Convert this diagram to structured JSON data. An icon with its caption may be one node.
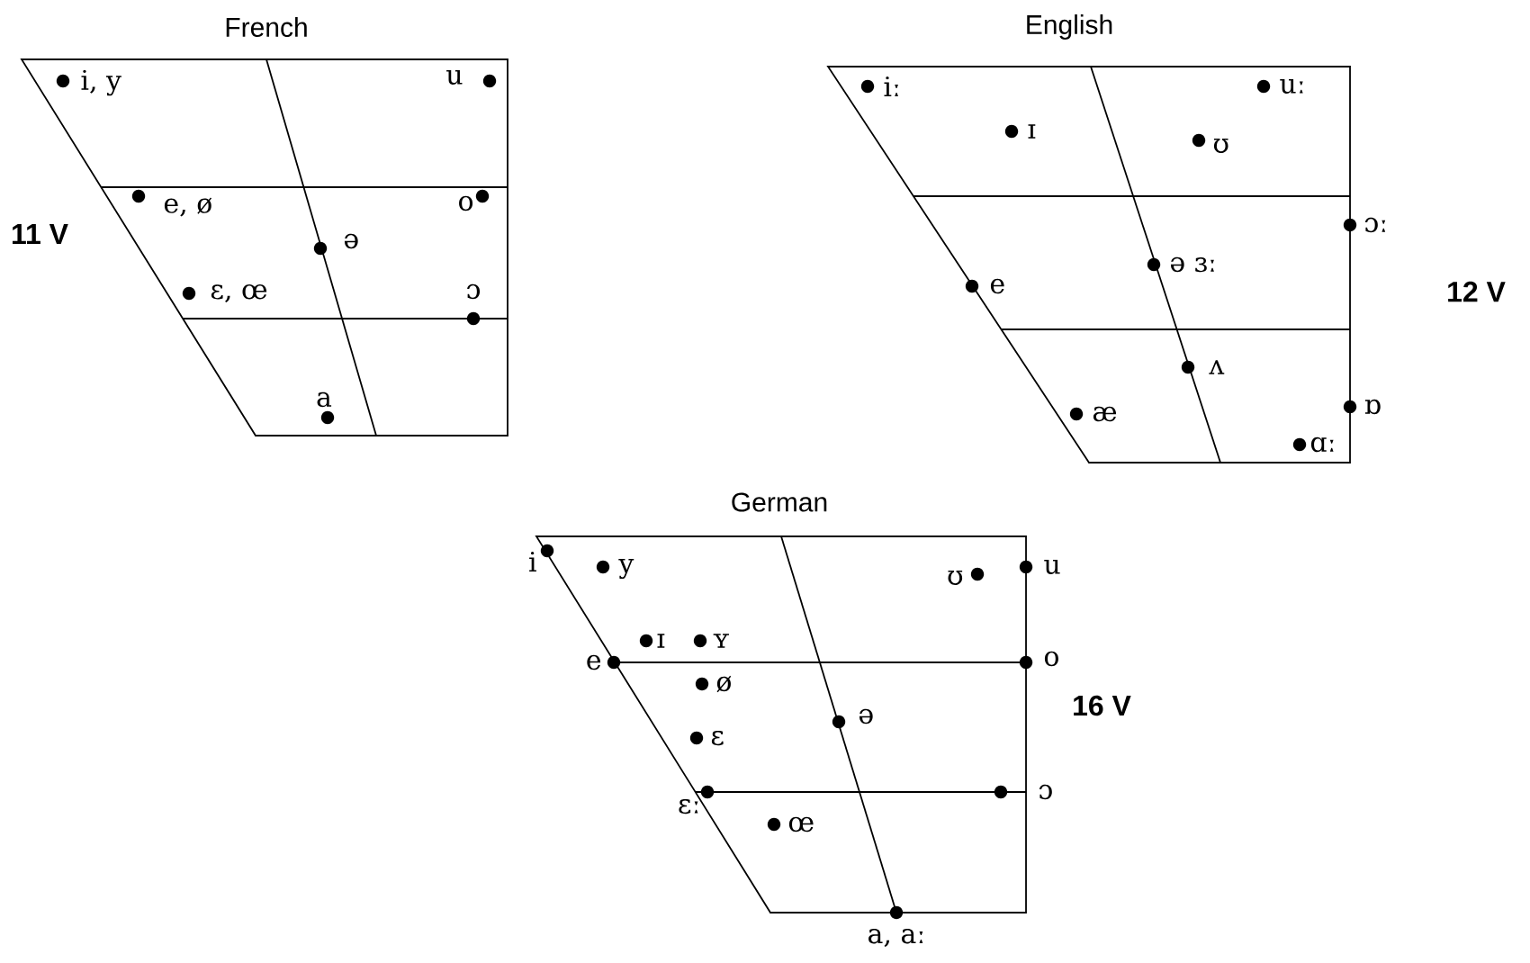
{
  "diagram": {
    "nodes": [
      {
        "text": [
          "French"
        ],
        "beside": [
          "11 V"
        ]
      },
      {
        "text": [
          "English"
        ],
        "beside": [
          "12 V"
        ]
      },
      {
        "text": [
          "German"
        ],
        "beside": [
          "16 V"
        ]
      }
    ],
    "labels": [
      "i, y",
      "u",
      "e, ø",
      "o",
      "ə",
      "ɛ, œ",
      "ɔ",
      "a",
      "iː",
      "uː",
      "ɪ",
      "ʊ",
      "ɔː",
      "ə ɜː",
      "e",
      "ʌ",
      "æ",
      "ɒ",
      "ɑː",
      "i",
      "y",
      "ʊ",
      "u",
      "ɪ",
      "ʏ",
      "e",
      "o",
      "ø",
      "ə",
      "ɛ",
      "ɛː",
      "ɔ",
      "œ",
      "a, aː"
    ]
  }
}
